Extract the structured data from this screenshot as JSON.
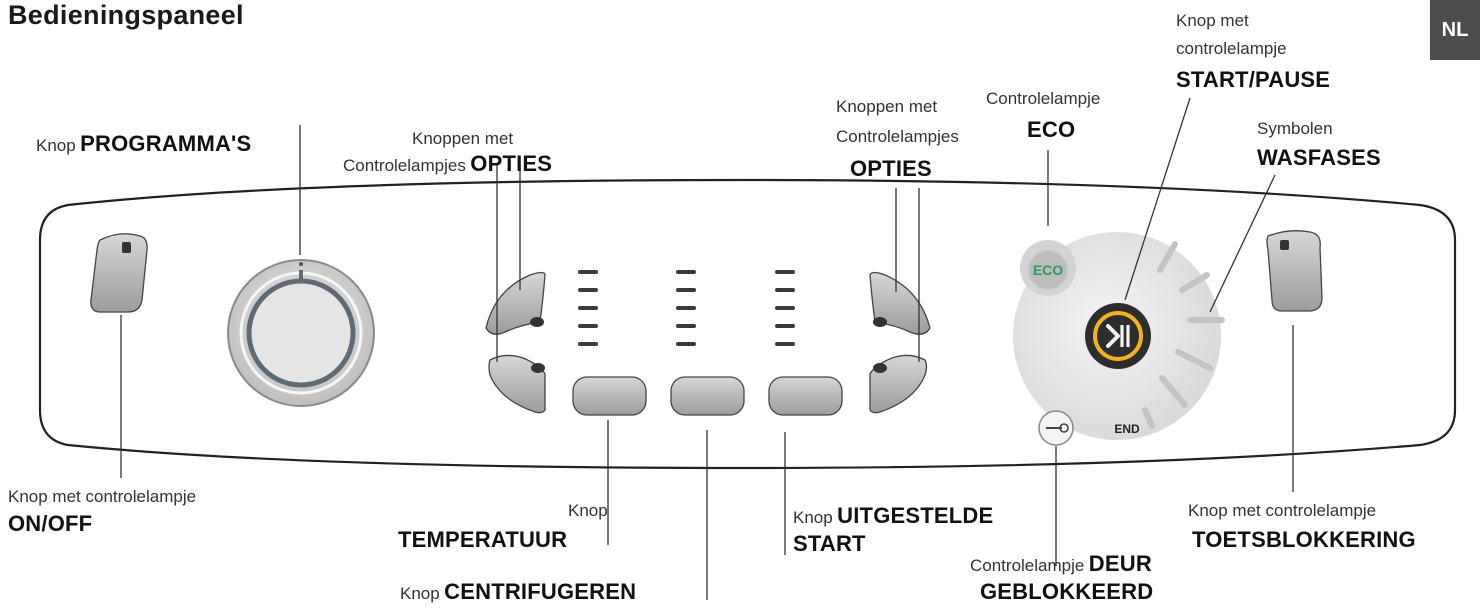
{
  "title": "Bedieningspaneel",
  "lang": "NL",
  "labels": {
    "programmas_pre": "Knop",
    "programmas_bold": "PROGRAMMA'S",
    "opties_left_l1": "Knoppen met",
    "opties_left_l2": "Controlelampjes",
    "opties_left_bold": "OPTIES",
    "opties_right_l1": "Knoppen met",
    "opties_right_l2": "Controlelampjes",
    "opties_right_bold": "OPTIES",
    "eco_l1": "Controlelampje",
    "eco_bold": "ECO",
    "start_l1": "Knop met",
    "start_l2": "controlelampje",
    "start_bold": "START/PAUSE",
    "wasfases_l1": "Symbolen",
    "wasfases_bold": "WASFASES",
    "onoff_l1": "Knop met controlelampje",
    "onoff_bold": "ON/OFF",
    "temp_l1": "Knop",
    "temp_bold": "TEMPERATUUR",
    "centri_pre": "Knop",
    "centri_bold": "CENTRIFUGEREN",
    "uitg_pre": "Knop",
    "uitg_bold": "UITGESTELDE",
    "uitg_bold2": "START",
    "deur_pre": "Controlelampje",
    "deur_bold": "DEUR",
    "deur_bold2": "GEBLOKKEERD",
    "toets_l1": "Knop met controlelampje",
    "toets_bold": "TOETSBLOKKERING"
  },
  "panel": {
    "eco_text": "ECO",
    "end_text": "END",
    "eco_color": "#2e9a58",
    "play_ring_color": "#f2b21b"
  }
}
